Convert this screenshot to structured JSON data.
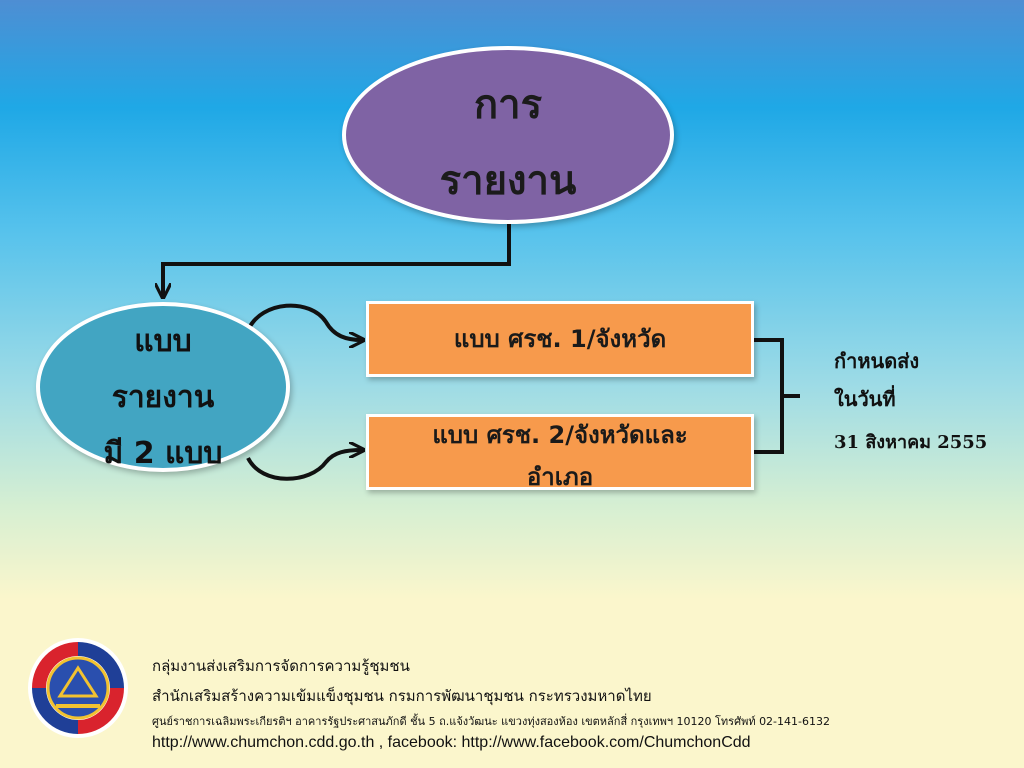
{
  "top_node": {
    "line1": "การ",
    "line2": "รายงาน"
  },
  "left_node": {
    "line1": "แบบ",
    "line2": "รายงาน",
    "line3": "มี 2 แบบ"
  },
  "box1": {
    "label": "แบบ ศรช. 1/จังหวัด"
  },
  "box2": {
    "line1": "แบบ ศรช. 2/จังหวัดและ",
    "line2": "อำเภอ"
  },
  "deadline": {
    "line1": "กำหนดส่ง",
    "line2": "ในวันที่",
    "line3": "31 สิงหาคม 2555"
  },
  "footer": {
    "line1": "กลุ่มงานส่งเสริมการจัดการความรู้ชุมชน",
    "line2": "สำนักเสริมสร้างความเข้มแข็งชุมชน กรมการพัฒนาชุมชน กระทรวงมหาดไทย",
    "line3": "ศูนย์ราชการเฉลิมพระเกียรติฯ อาคารรัฐประศาสนภักดี ชั้น 5 ถ.แจ้งวัฒนะ แขวงทุ่งสองห้อง เขตหลักสี่ กรุงเทพฯ 10120 โทรศัพท์ 02-141-6132",
    "line4": "http://www.chumchon.cdd.go.th , facebook: http://www.facebook.com/ChumchonCdd"
  },
  "colors": {
    "purple_node": "#7f63a4",
    "teal_node": "#42a5c2",
    "orange_box": "#f79a4c",
    "logo_red": "#d9232d",
    "logo_blue": "#1f3f97",
    "logo_gold": "#f2c230"
  },
  "icons": {
    "logo": "department-emblem-logo"
  }
}
